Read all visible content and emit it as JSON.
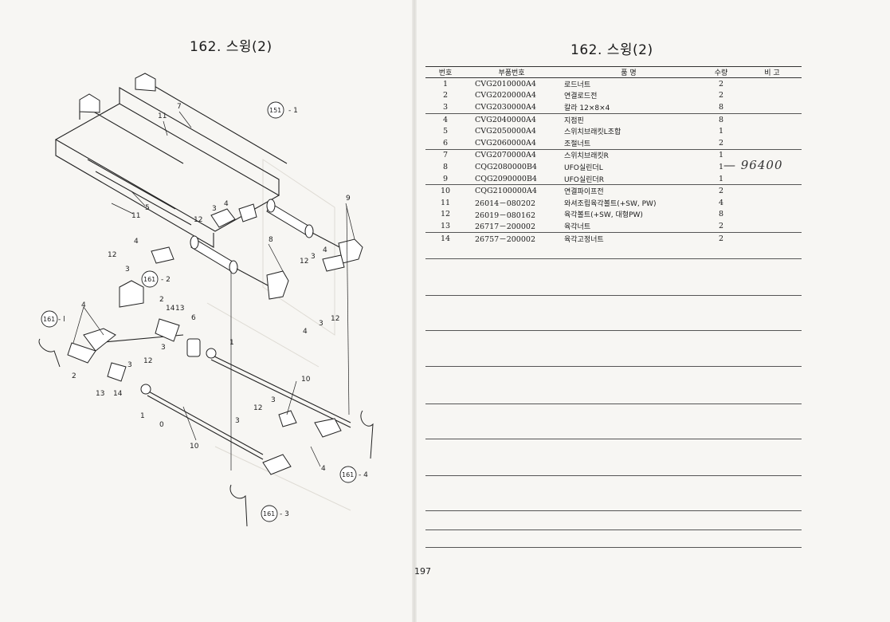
{
  "left_page": {
    "title": "162. 스윙(2)",
    "callouts": [
      "1",
      "2",
      "3",
      "4",
      "5",
      "6",
      "7",
      "8",
      "9",
      "10",
      "11",
      "12",
      "13",
      "14"
    ],
    "ref_circles": [
      "161-1",
      "161-2",
      "161-3",
      "161-4",
      "151-1"
    ]
  },
  "right_page": {
    "title": "162. 스윙(2)",
    "page_number": "197",
    "handwritten_note": "— 96400",
    "table": {
      "headers": {
        "no": "번호",
        "part_no": "부품번호",
        "name": "품    명",
        "qty": "수량",
        "remark": "비  고"
      },
      "rows": [
        {
          "no": "1",
          "part_no": "CVG2010000A4",
          "name": "로드너트",
          "qty": "2"
        },
        {
          "no": "2",
          "part_no": "CVG2020000A4",
          "name": "연결로드전",
          "qty": "2"
        },
        {
          "no": "3",
          "part_no": "CVG2030000A4",
          "name": "칼라 12×8×4",
          "qty": "8"
        },
        {
          "no": "4",
          "part_no": "CVG2040000A4",
          "name": "지점핀",
          "qty": "8"
        },
        {
          "no": "5",
          "part_no": "CVG2050000A4",
          "name": "스위치브래킷L조합",
          "qty": "1"
        },
        {
          "no": "6",
          "part_no": "CVG2060000A4",
          "name": "조절너트",
          "qty": "2"
        },
        {
          "no": "7",
          "part_no": "CVG2070000A4",
          "name": "스위치브래킷R",
          "qty": "1"
        },
        {
          "no": "8",
          "part_no": "CQG2080000B4",
          "name": "UFO실린더L",
          "qty": "1"
        },
        {
          "no": "9",
          "part_no": "CQG2090000B4",
          "name": "UFO실린더R",
          "qty": "1"
        },
        {
          "no": "10",
          "part_no": "CQG2100000A4",
          "name": "연결파이프전",
          "qty": "2"
        },
        {
          "no": "11",
          "part_no": "26014－080202",
          "name": "와셔조립육각볼트(+SW, PW)",
          "qty": "4"
        },
        {
          "no": "12",
          "part_no": "26019－080162",
          "name": "육각볼트(+SW, 대형PW)",
          "qty": "8"
        },
        {
          "no": "13",
          "part_no": "26717－200002",
          "name": "육각너트",
          "qty": "2"
        },
        {
          "no": "14",
          "part_no": "26757－200002",
          "name": "육각고정너트",
          "qty": "2"
        }
      ]
    }
  }
}
